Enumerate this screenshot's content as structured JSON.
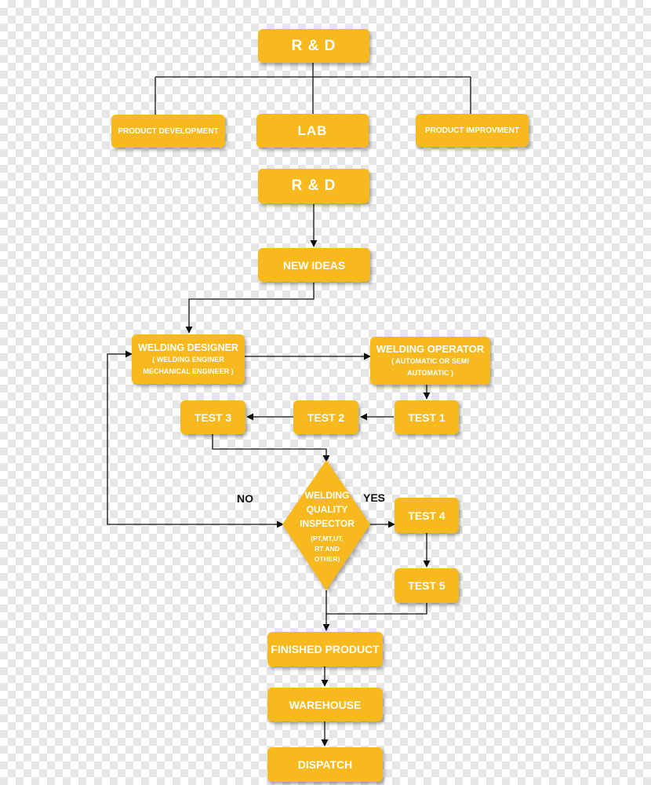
{
  "colors": {
    "box": "#f7b91d",
    "text": "#ffffff",
    "line": "#111111"
  },
  "nodes": {
    "rnd_top": "R & D",
    "product_development": "PRODUCT DEVELOPMENT",
    "lab": "LAB",
    "product_improvment": "PRODUCT IMPROVMENT",
    "rnd_second": "R & D",
    "new_ideas": "NEW IDEAS",
    "welding_designer": {
      "title": "WELDING DESIGNER",
      "line1": "( WELDING ENGINER",
      "line2": "MECHANICAL ENGINEER )"
    },
    "welding_operator": {
      "title": "WELDING OPERATOR",
      "line1": "( AUTOMATIC OR SEMI",
      "line2": "AUTOMATIC )"
    },
    "test1": "TEST 1",
    "test2": "TEST 2",
    "test3": "TEST 3",
    "inspector": {
      "line1": "WELDING",
      "line2": "QUALITY",
      "line3": "INSPECTOR",
      "sub1": "(PT,MT,UT,",
      "sub2": "RT AND",
      "sub3": "OTHER)"
    },
    "test4": "TEST 4",
    "test5": "TEST 5",
    "finished_product": "FINISHED PRODUCT",
    "warehouse": "WAREHOUSE",
    "dispatch": "DISPATCH"
  },
  "labels": {
    "no": "NO",
    "yes": "YES"
  }
}
